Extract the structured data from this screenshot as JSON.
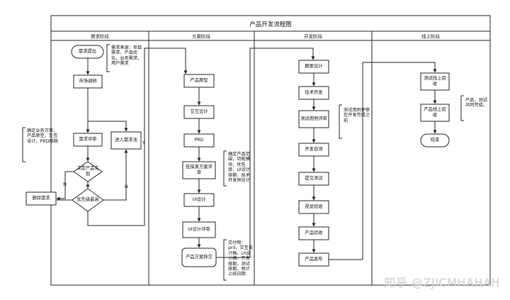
{
  "title": "产品开发流程图",
  "lanes": [
    "需求阶段",
    "方案阶段",
    "开发阶段",
    "线上阶段"
  ],
  "nodes": {
    "need_submit": "需求提出",
    "market_research": "市场调研",
    "need_review": "需求评审",
    "need_pool": "进入需求池",
    "decide_impl": "决定产品实现",
    "priority_high": "优先级最高",
    "delete_need": "删除需求",
    "prototype": "产品原型",
    "interaction": "交互设计",
    "prd": "PRD",
    "lowfi_review": "低保真方案评审",
    "ui_design": "UI设计",
    "ui_review": "UI设计评审",
    "product_handoff": "产品方案移交",
    "outline_design": "概要设计",
    "tech_dev": "技术开发",
    "testcase_review": "测试用例评审",
    "dev_selftest": "开发自测",
    "submit_test": "提交测试",
    "ui_accept": "视觉验收",
    "product_accept": "产品验收",
    "product_release": "产品发布",
    "test_online_accept": "测试线上验收",
    "product_online_accept": "产品线上验收",
    "end": "结束"
  },
  "edge_labels": {
    "yes": "Y",
    "no1": "N",
    "no2": "N"
  },
  "notes": {
    "need_source": "需求来源：项目需求，产品优化，业务需求，用户需求",
    "confirm_need": "确定业务方案，产品原型，交互设计，PRD排期",
    "confirm_scope": "确定产品范围，功能模块，优先级，UI设计排期，技术开发预设计",
    "deliverables": "交付物：prd，交互设计稿，UI设计稿，开发排期，测试排期，预计上线日期",
    "testcase_note": "测试用例评审在开发完成之前",
    "online_note": "产品，测试共同完成。"
  },
  "watermark": "知乎 @ZJICMHAHAH"
}
